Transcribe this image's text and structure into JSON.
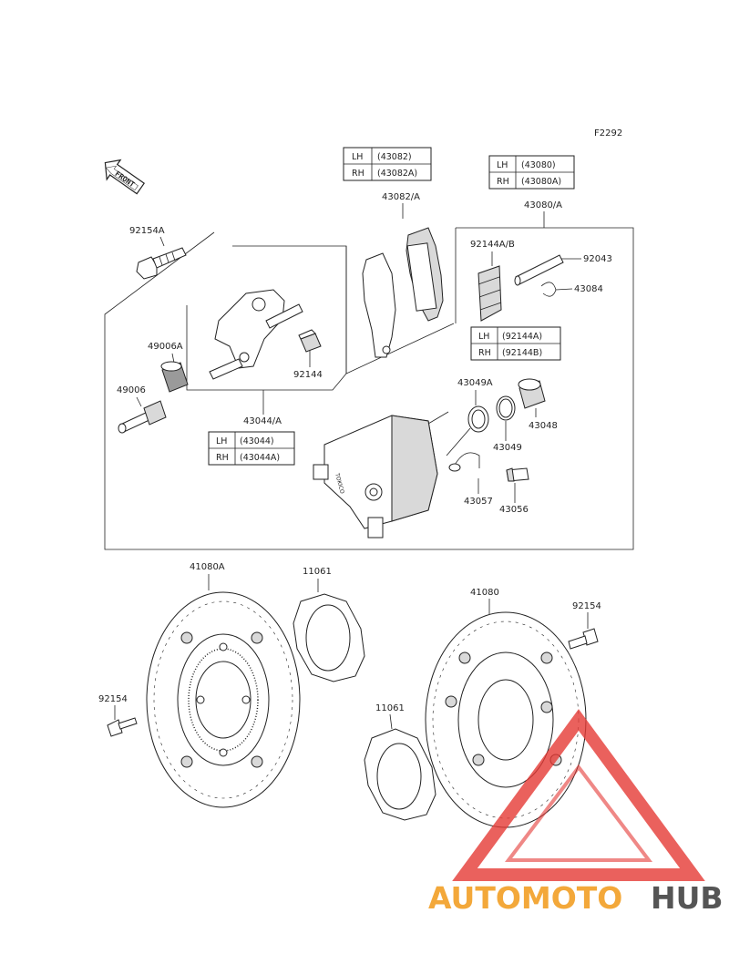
{
  "figure_code": "F2292",
  "front_arrow": "FRONT",
  "callouts": {
    "c92154A": "92154A",
    "c49006A": "49006A",
    "c49006": "49006",
    "c43044A": "43044/A",
    "c92144": "92144",
    "c43082A": "43082/A",
    "c43080A": "43080/A",
    "c92144AB": "92144A/B",
    "c92043": "92043",
    "c43084": "43084",
    "c43049A": "43049A",
    "c43048": "43048",
    "c43049": "43049",
    "c43057": "43057",
    "c43056": "43056",
    "c41080A": "41080A",
    "c11061a": "11061",
    "c41080": "41080",
    "c92154a": "92154",
    "c92154b": "92154",
    "c11061b": "11061"
  },
  "tables": {
    "t43082": [
      {
        "side": "LH",
        "part": "(43082)"
      },
      {
        "side": "RH",
        "part": "(43082A)"
      }
    ],
    "t43080": [
      {
        "side": "LH",
        "part": "(43080)"
      },
      {
        "side": "RH",
        "part": "(43080A)"
      }
    ],
    "t92144": [
      {
        "side": "LH",
        "part": "(92144A)"
      },
      {
        "side": "RH",
        "part": "(92144B)"
      }
    ],
    "t43044": [
      {
        "side": "LH",
        "part": "(43044)"
      },
      {
        "side": "RH",
        "part": "(43044A)"
      }
    ]
  },
  "watermark": {
    "part1": "AUTOMOTO",
    "part2": "HUB",
    "color1": "#f3a83a",
    "color2": "#555555",
    "triangle_color": "#e53935"
  },
  "caliper_text": "TOKICO"
}
